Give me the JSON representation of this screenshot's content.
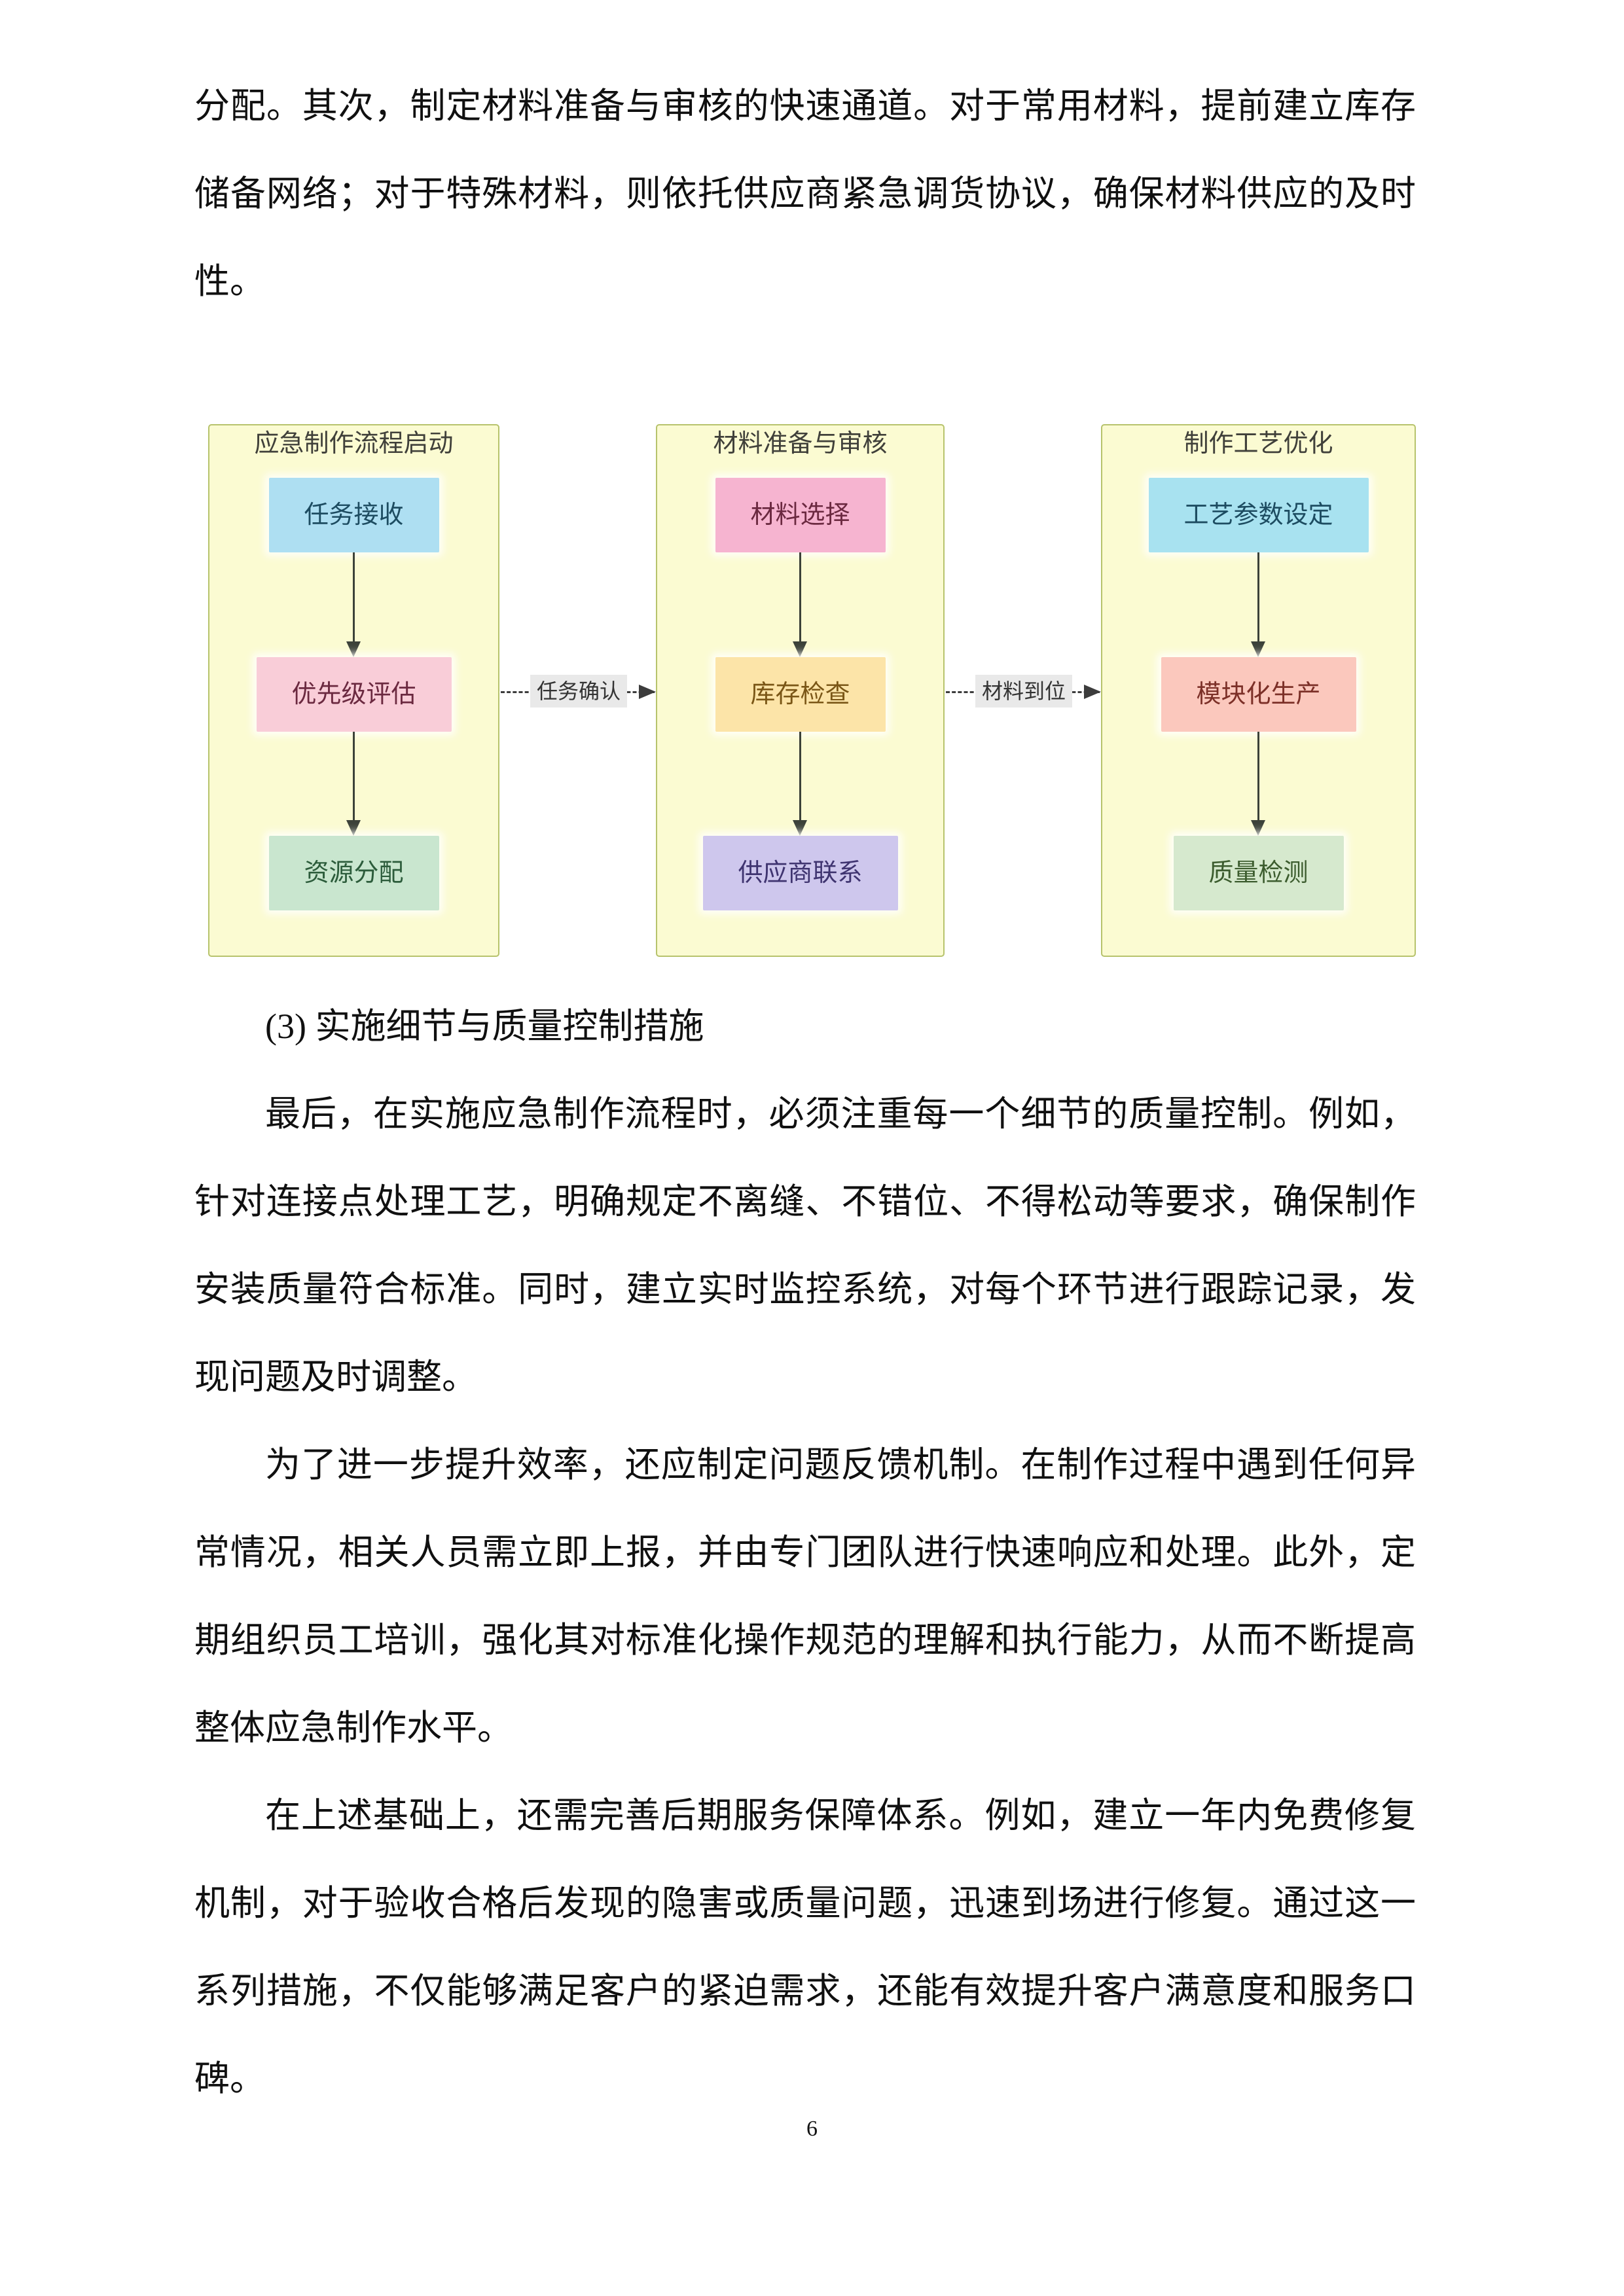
{
  "document": {
    "paragraph_top": "分配。其次，制定材料准备与审核的快速通道。对于常用材料，提前建立库存储备网络；对于特殊材料，则依托供应商紧急调货协议，确保材料供应的及时性。",
    "heading": "(3) 实施细节与质量控制措施",
    "paragraphs": [
      "最后，在实施应急制作流程时，必须注重每一个细节的质量控制。例如，针对连接点处理工艺，明确规定不离缝、不错位、不得松动等要求，确保制作安装质量符合标准。同时，建立实时监控系统，对每个环节进行跟踪记录，发现问题及时调整。",
      "为了进一步提升效率，还应制定问题反馈机制。在制作过程中遇到任何异常情况，相关人员需立即上报，并由专门团队进行快速响应和处理。此外，定期组织员工培训，强化其对标准化操作规范的理解和执行能力，从而不断提高整体应急制作水平。",
      "在上述基础上，还需完善后期服务保障体系。例如，建立一年内免费修复机制，对于验收合格后发现的隐害或质量问题，迅速到场进行修复。通过这一系列措施，不仅能够满足客户的紧迫需求，还能有效提升客户满意度和服务口碑。"
    ],
    "page_number": "6"
  },
  "flowchart": {
    "group_fill": "#fbfbd2",
    "group_border": "#b7c36c",
    "arrow_color": "#3c4239",
    "edge_label_bg": "#e9e9e9",
    "groups": [
      {
        "title": "应急制作流程启动",
        "nodes": [
          {
            "label": "任务接收",
            "bg": "#aedff2",
            "color": "#1d4c61"
          },
          {
            "label": "优先级评估",
            "bg": "#f9cdd8",
            "color": "#6b2940"
          },
          {
            "label": "资源分配",
            "bg": "#c9e6cf",
            "color": "#2c5c3b"
          }
        ]
      },
      {
        "title": "材料准备与审核",
        "nodes": [
          {
            "label": "材料选择",
            "bg": "#f6b4d0",
            "color": "#6b2940"
          },
          {
            "label": "库存检查",
            "bg": "#fce4a8",
            "color": "#7a5616"
          },
          {
            "label": "供应商联系",
            "bg": "#cec7ed",
            "color": "#3f3470"
          }
        ]
      },
      {
        "title": "制作工艺优化",
        "nodes": [
          {
            "label": "工艺参数设定",
            "bg": "#a8e2f0",
            "color": "#1d4c61"
          },
          {
            "label": "模块化生产",
            "bg": "#fbc8bd",
            "color": "#7c3028"
          },
          {
            "label": "质量检测",
            "bg": "#d6e9ce",
            "color": "#3c5c2e"
          }
        ]
      }
    ],
    "edges": [
      {
        "label": "任务确认"
      },
      {
        "label": "材料到位"
      }
    ]
  }
}
